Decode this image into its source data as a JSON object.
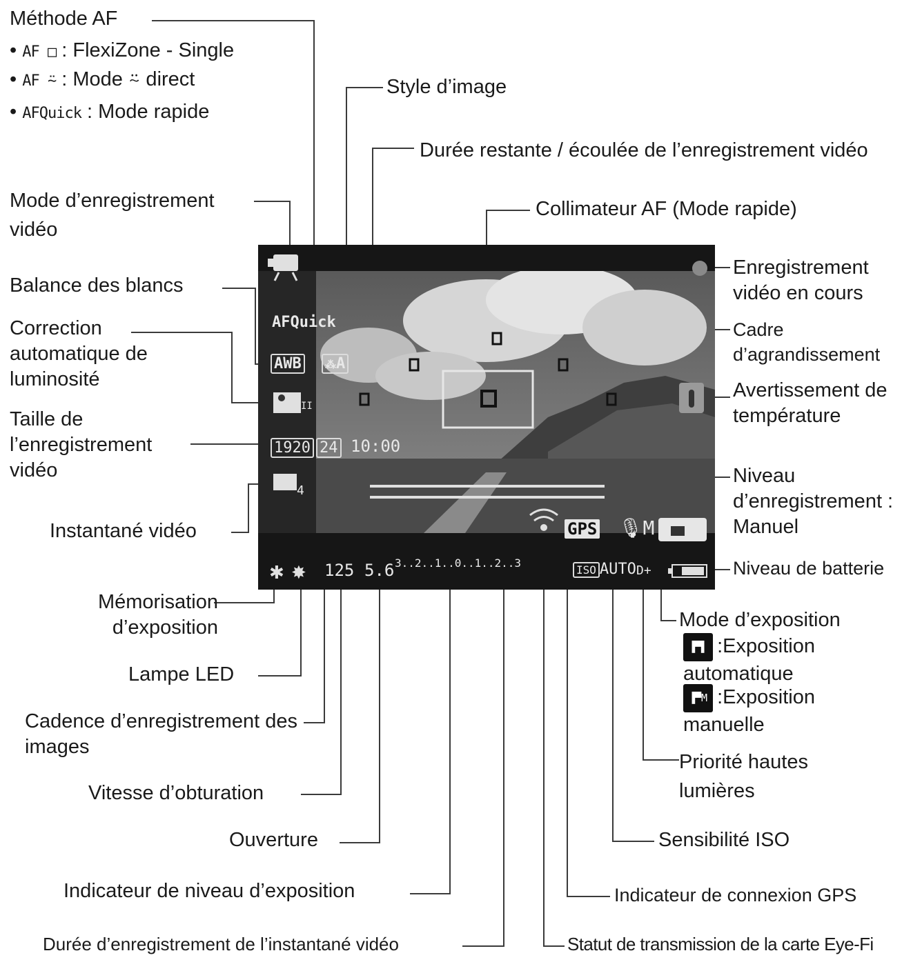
{
  "labels": {
    "af_method": "Méthode AF",
    "af_items": [
      {
        "glyph": "AF □",
        "text": ": FlexiZone - Single"
      },
      {
        "glyph": "AF ⍨",
        "text": ": Mode ⍨ direct"
      },
      {
        "glyph": "AFQuick",
        "text": ": Mode rapide"
      }
    ],
    "picture_style": "Style d’image",
    "remaining_time": "Durée restante / écoulée de l’enregistrement vidéo",
    "af_point": "Collimateur AF (Mode rapide)",
    "movie_mode": "Mode d’enregistrement vidéo",
    "recording": "Enregistrement vidéo en cours",
    "white_balance": "Balance des blancs",
    "magnify_frame": "Cadre d’agrandissement",
    "alo": "Correction automatique de luminosité",
    "temp_warning": "Avertissement de température",
    "rec_size": "Taille de l’enregistrement vidéo",
    "rec_level": "Niveau d’enregistrement : Manuel",
    "video_snapshot": "Instantané vidéo",
    "battery": "Niveau de batterie",
    "ae_lock": "Mémorisation d’exposition",
    "exposure_mode": "Mode d’exposition",
    "exposure_auto": ":Exposition automatique",
    "exposure_manual": ":Exposition manuelle",
    "led": "Lampe LED",
    "frame_rate": "Cadence d’enregistrement des images",
    "highlight": "Priorité hautes lumières",
    "shutter": "Vitesse d’obturation",
    "iso": "Sensibilité ISO",
    "aperture": "Ouverture",
    "exp_level": "Indicateur de niveau d’exposition",
    "gps": "Indicateur de connexion GPS",
    "snapshot_dur": "Durée d’enregistrement de l’instantané vidéo",
    "eyefi": "Statut de transmission de la carte Eye-Fi"
  },
  "lcd": {
    "afquick": "AFQuick",
    "awb": "AWB",
    "style": "A",
    "size": "1920",
    "fps": "24",
    "time": "10:00",
    "shutter": "125",
    "aperture": "5.6",
    "scale": "3..2..1..0..1..2..3",
    "gps": "GPS",
    "mic": "M",
    "iso": "AUTO",
    "hl": "D+",
    "snapshot": "4",
    "alo_level": "II"
  },
  "colors": {
    "line": "#3a3a3a",
    "screen_bg": "#161616"
  }
}
